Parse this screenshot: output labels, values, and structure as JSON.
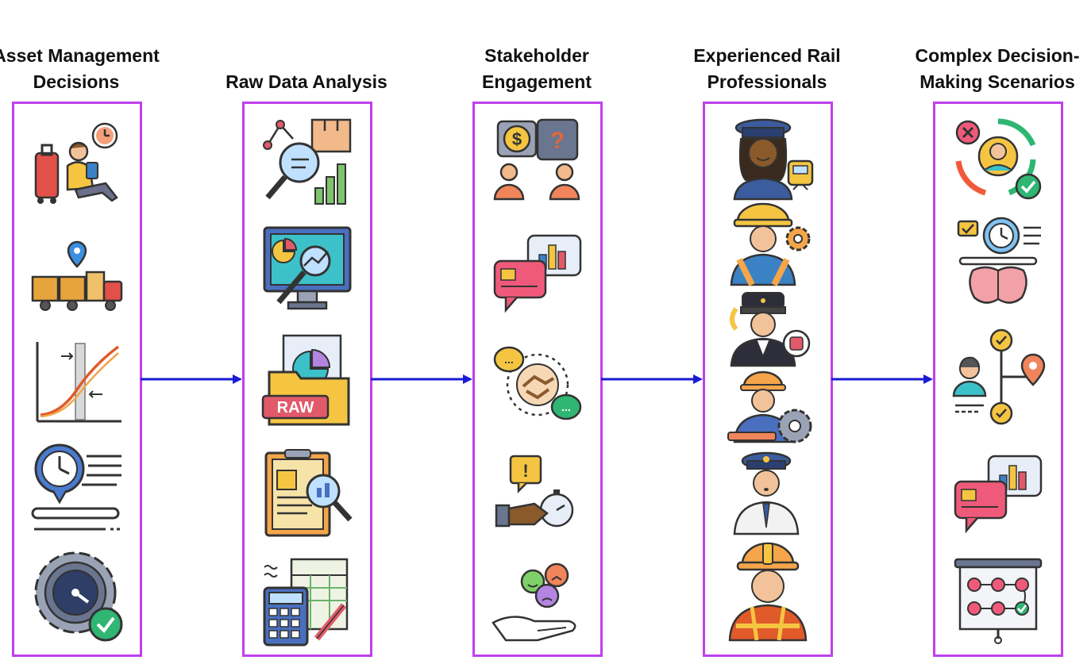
{
  "stages": [
    {
      "title": "Asset Management Decisions",
      "icons": [
        "traveler-waiting-icon",
        "delivery-truck-location-icon",
        "crossing-curves-graph-icon",
        "stopwatch-speed-icon",
        "gear-gauge-check-icon"
      ]
    },
    {
      "title": "Raw Data Analysis",
      "icons": [
        "data-analysis-magnifier-icon",
        "monitor-analytics-icon",
        "raw-data-folder-icon",
        "report-magnifier-icon",
        "calculator-spreadsheet-icon"
      ]
    },
    {
      "title": "Stakeholder Engagement",
      "icons": [
        "cost-question-discussion-icon",
        "chat-chart-icon",
        "handshake-chat-icon",
        "hand-stopwatch-alert-icon",
        "hand-emotions-icon"
      ]
    },
    {
      "title": "Experienced Rail Professionals",
      "icons": [
        "train-conductor-woman-icon",
        "engineer-gear-icon",
        "train-captain-icon",
        "mechanic-gear-icon",
        "police-officer-icon",
        "construction-worker-icon"
      ]
    },
    {
      "title": "Complex Decision-Making Scenarios",
      "icons": [
        "decision-cycle-icon",
        "brain-time-checklist-icon",
        "decision-path-location-icon",
        "chat-chart-icon",
        "decision-board-icon"
      ]
    }
  ],
  "colors": {
    "box_border": "#c040ec",
    "arrow": "#1a1ad6",
    "title_text": "#111111"
  }
}
